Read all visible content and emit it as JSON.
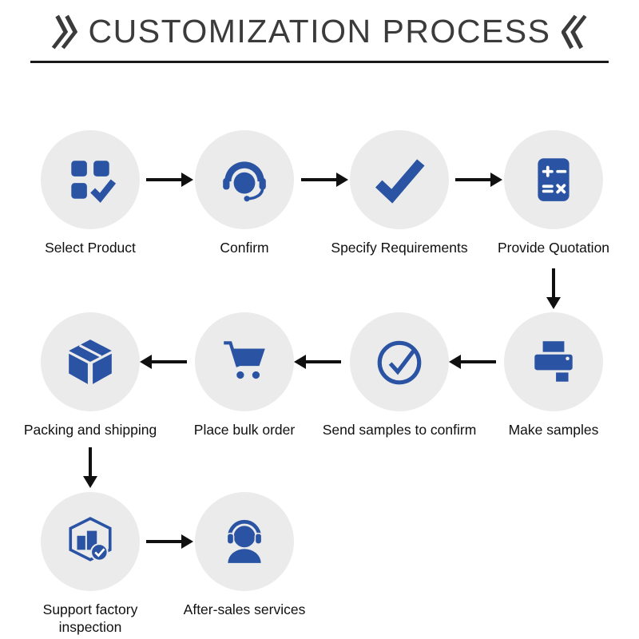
{
  "title": {
    "text": "CUSTOMIZATION PROCESS",
    "left_mark": "》",
    "right_mark": "《"
  },
  "colors": {
    "icon_blue": "#2a54a3",
    "circle_background": "#ebebeb",
    "arrow_black": "#101010",
    "title_gray": "#3b3b3b"
  },
  "steps": [
    {
      "label": "Select Product",
      "icon": "product-grid-check-icon"
    },
    {
      "label": "Confirm",
      "icon": "customer-service-icon"
    },
    {
      "label": "Specify Requirements",
      "icon": "checkmark-icon"
    },
    {
      "label": "Provide Quotation",
      "icon": "calculator-icon"
    },
    {
      "label": "Make samples",
      "icon": "printer-icon"
    },
    {
      "label": "Send samples to confirm",
      "icon": "circle-check-icon"
    },
    {
      "label": "Place bulk order",
      "icon": "shopping-cart-icon"
    },
    {
      "label": "Packing and shipping",
      "icon": "package-box-icon"
    },
    {
      "label": "Support factory inspection",
      "icon": "factory-inspection-icon"
    },
    {
      "label": "After-sales services",
      "icon": "headset-agent-icon"
    }
  ]
}
